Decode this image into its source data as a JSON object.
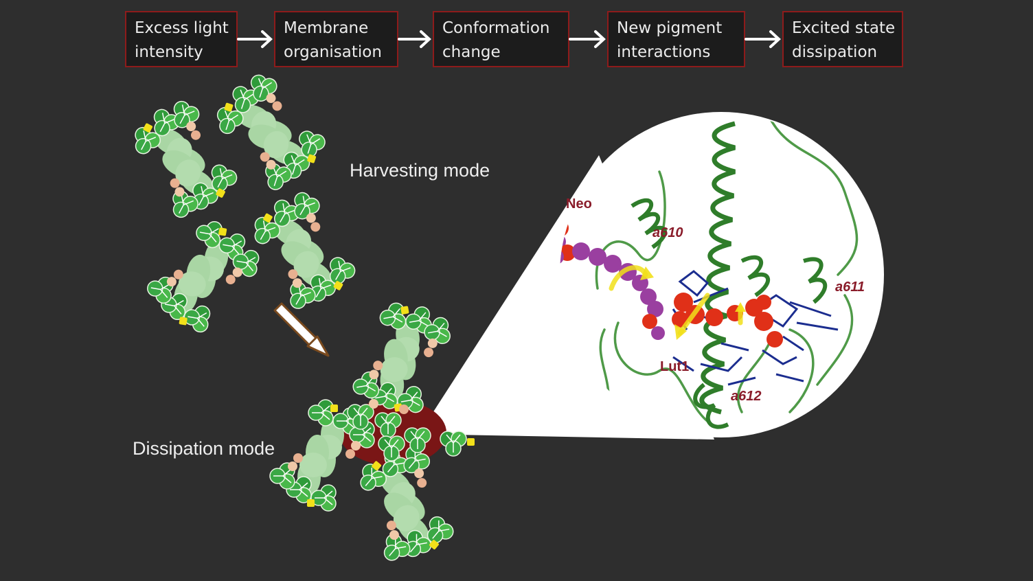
{
  "flow_steps": [
    {
      "line1": "Excess light",
      "line2": "intensity"
    },
    {
      "line1": "Membrane",
      "line2": "organisation"
    },
    {
      "line1": "Conformation",
      "line2": "change"
    },
    {
      "line1": "New  pigment",
      "line2": "interactions"
    },
    {
      "line1": "Excited state",
      "line2": "dissipation"
    }
  ],
  "modes": {
    "harvesting": "Harvesting mode",
    "dissipation": "Dissipation mode"
  },
  "pigment_labels": {
    "neo": "Neo",
    "a610": "a610",
    "a611": "a611",
    "a612": "a612",
    "lut1": "Lut1"
  },
  "colors": {
    "background": "#2e2e2e",
    "box_border": "#8e1b1b",
    "protein_green": "#3f8f3a",
    "chlorophyll_blue": "#1b2d8f",
    "neoxanthin_purple": "#9a3fa0",
    "lutein_red": "#e03018",
    "label_red": "#8a1c2a",
    "highlight_yellow": "#f2e01a"
  }
}
